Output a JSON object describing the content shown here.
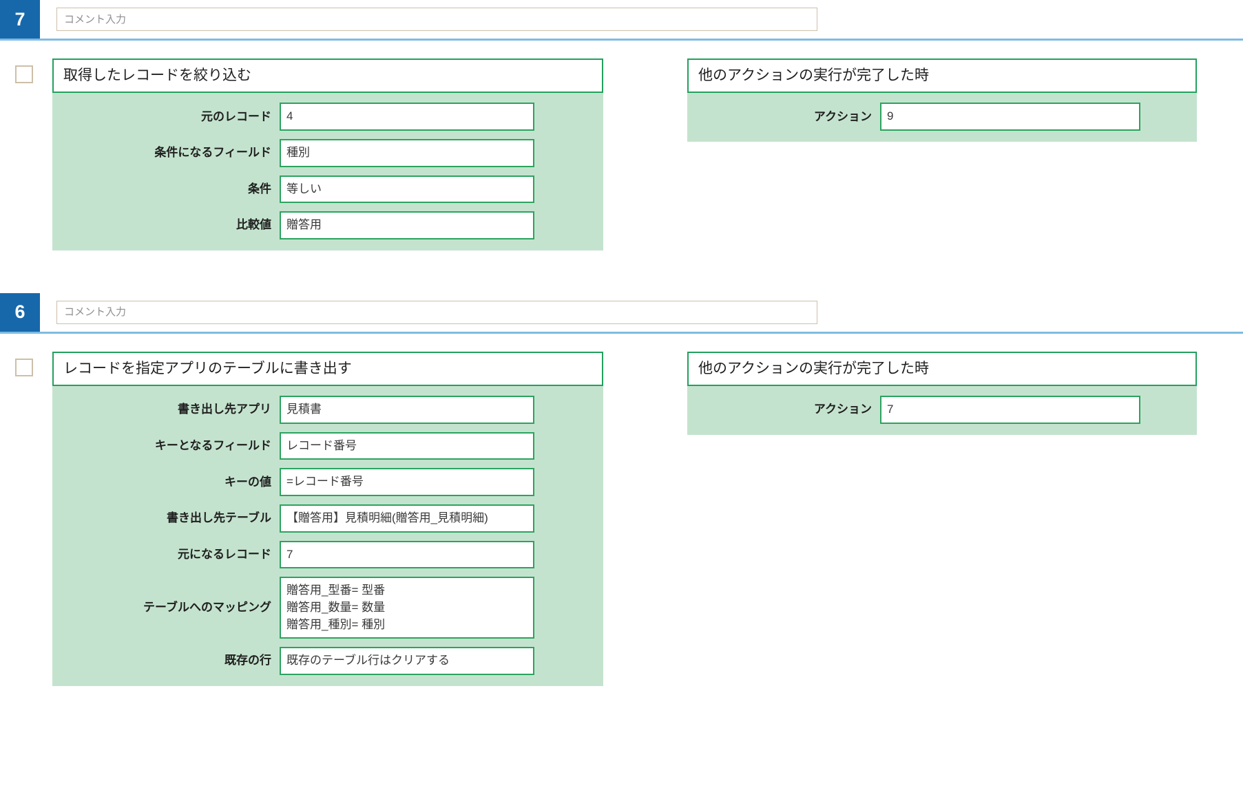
{
  "theme": {
    "badge_bg": "#1768ab",
    "divider": "#7fbbe3",
    "panel_bg": "#c4e3ce",
    "panel_border": "#22a05e",
    "comment_border": "#cdbfa8"
  },
  "steps": [
    {
      "number": "7",
      "comment_value": "",
      "comment_placeholder": "コメント入力",
      "action": {
        "title": "取得したレコードを絞り込む",
        "fields": [
          {
            "label": "元のレコード",
            "value": "4"
          },
          {
            "label": "条件になるフィールド",
            "value": "種別"
          },
          {
            "label": "条件",
            "value": "等しい"
          },
          {
            "label": "比較値",
            "value": "贈答用"
          }
        ]
      },
      "trigger": {
        "title": "他のアクションの実行が完了した時",
        "fields": [
          {
            "label": "アクション",
            "value": "9"
          }
        ]
      }
    },
    {
      "number": "6",
      "comment_value": "",
      "comment_placeholder": "コメント入力",
      "action": {
        "title": "レコードを指定アプリのテーブルに書き出す",
        "fields": [
          {
            "label": "書き出し先アプリ",
            "value": "見積書"
          },
          {
            "label": "キーとなるフィールド",
            "value": "レコード番号"
          },
          {
            "label": "キーの値",
            "value": "=レコード番号"
          },
          {
            "label": "書き出し先テーブル",
            "value": "【贈答用】見積明細(贈答用_見積明細)"
          },
          {
            "label": "元になるレコード",
            "value": "7"
          },
          {
            "label": "テーブルへのマッピング",
            "value": "贈答用_型番= 型番\n贈答用_数量= 数量\n贈答用_種別= 種別"
          },
          {
            "label": "既存の行",
            "value": "既存のテーブル行はクリアする"
          }
        ]
      },
      "trigger": {
        "title": "他のアクションの実行が完了した時",
        "fields": [
          {
            "label": "アクション",
            "value": "7"
          }
        ]
      }
    }
  ]
}
